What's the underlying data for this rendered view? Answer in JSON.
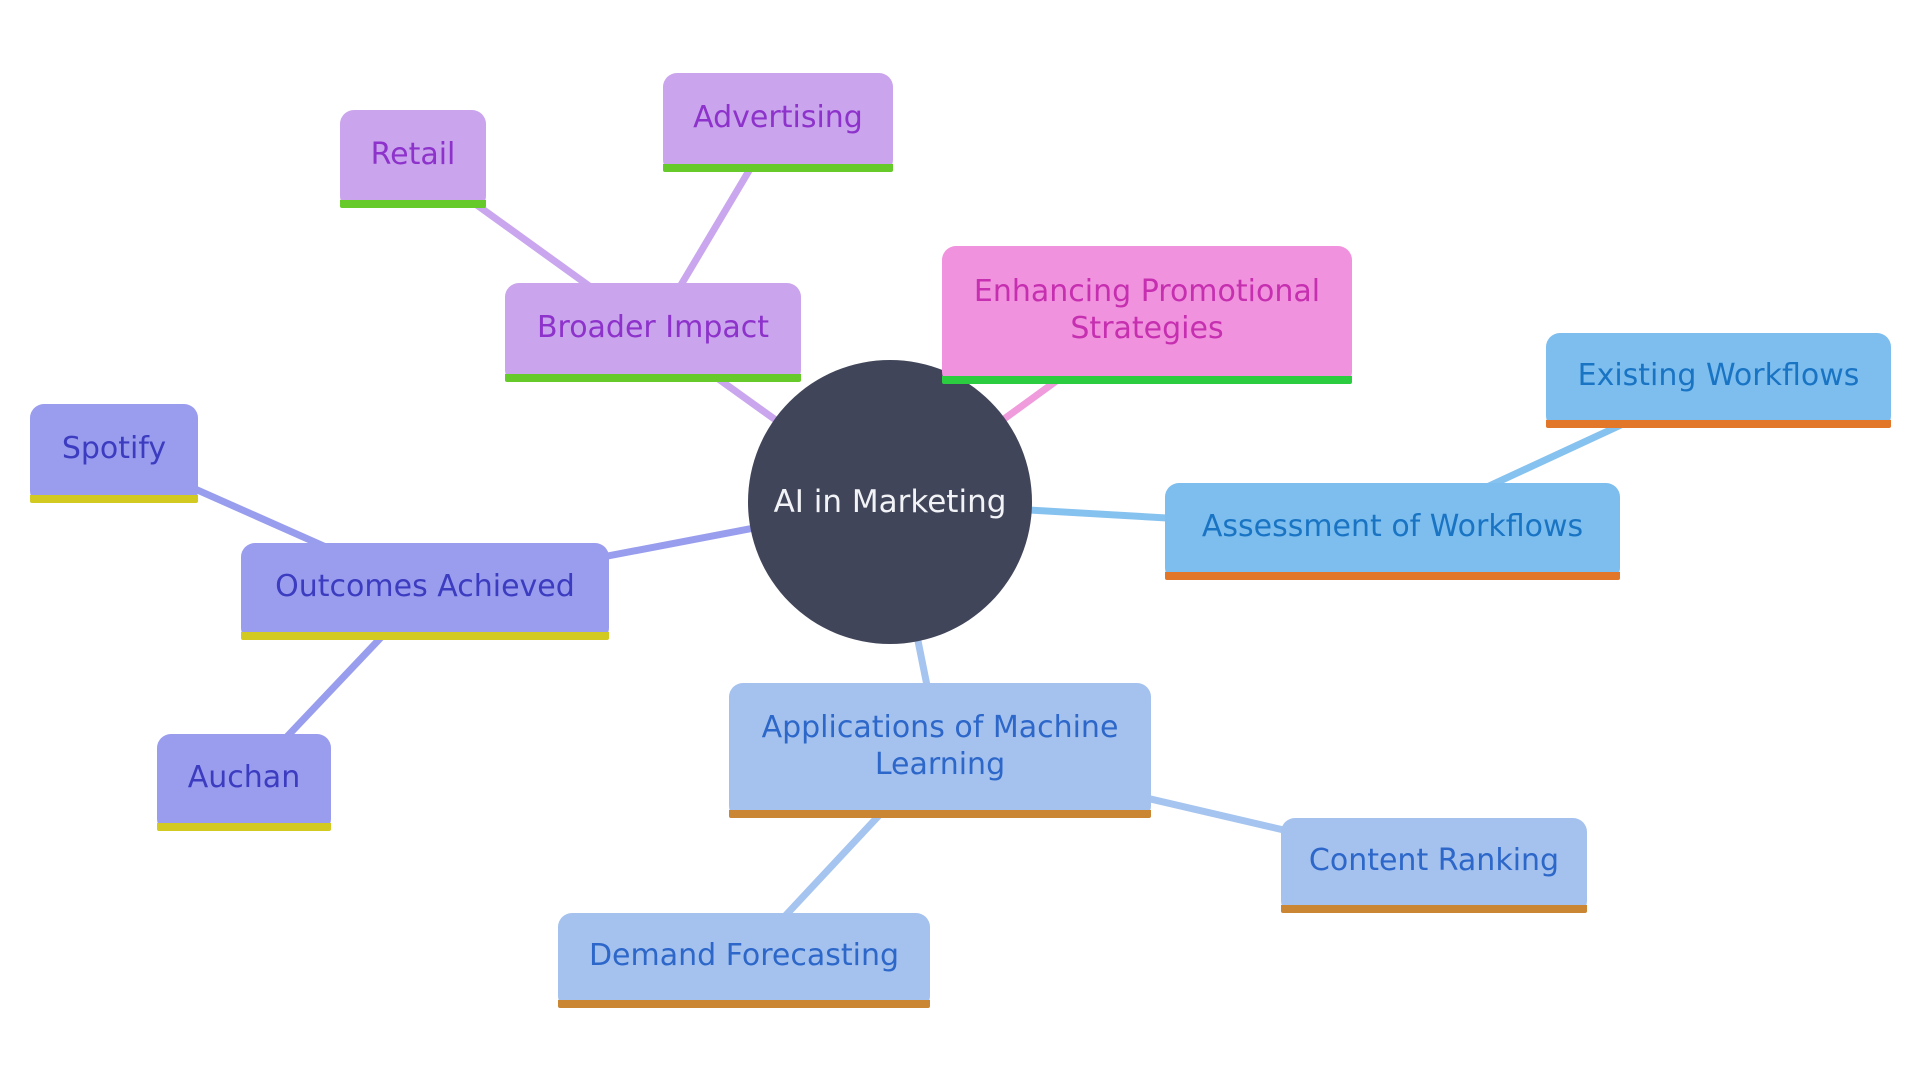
{
  "diagram": {
    "type": "mindmap",
    "background_color": "#ffffff"
  },
  "center": {
    "label": "AI in Marketing",
    "shape": "circle",
    "bg_color": "#414559",
    "text_color": "#f2f3f7"
  },
  "branches": [
    {
      "label": "Broader Impact",
      "box_color": "#caa4ec",
      "text_color": "#8d32cb",
      "underline_color": "#65ca2a",
      "line_color": "#c9a6ee",
      "children": [
        {
          "label": "Retail"
        },
        {
          "label": "Advertising"
        }
      ]
    },
    {
      "label": "Enhancing Promotional Strategies",
      "box_color": "#f192de",
      "text_color": "#c52fb0",
      "underline_color": "#2bcc40",
      "line_color": "#ef9bdc",
      "children": []
    },
    {
      "label": "Assessment of Workflows",
      "box_color": "#7dbeee",
      "text_color": "#1a74c4",
      "underline_color": "#e2772a",
      "line_color": "#86c2ef",
      "children": [
        {
          "label": "Existing Workflows"
        }
      ]
    },
    {
      "label": "Applications of Machine Learning",
      "box_color": "#a5c2ee",
      "text_color": "#2c67c9",
      "underline_color": "#ca8633",
      "line_color": "#a5c4ef",
      "children": [
        {
          "label": "Demand Forecasting"
        },
        {
          "label": "Content Ranking"
        }
      ]
    },
    {
      "label": "Outcomes Achieved",
      "box_color": "#9a9cee",
      "text_color": "#3c3cc0",
      "underline_color": "#d2ca20",
      "line_color": "#999ded",
      "children": [
        {
          "label": "Spotify"
        },
        {
          "label": "Auchan"
        }
      ]
    }
  ]
}
